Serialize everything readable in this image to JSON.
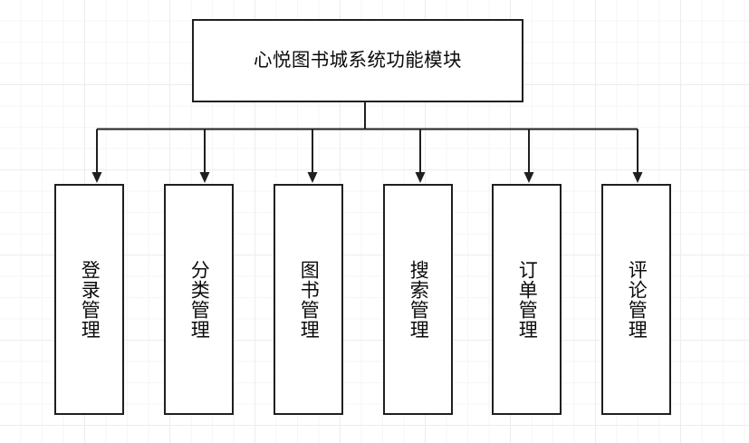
{
  "diagram": {
    "type": "org-chart",
    "background": {
      "grid": true,
      "minor_grid_color": "#f6f6f7",
      "major_grid_color": "#ececed",
      "page_color": "#ffffff"
    },
    "line_color": "#1f1f1f",
    "box_border_color": "#1f1f1f",
    "box_fill_color": "#ffffff",
    "text_color": "#0b0b0b",
    "root": {
      "label": "心悦图书城系统功能模块",
      "orientation": "horizontal"
    },
    "children": [
      {
        "label": "登录管理",
        "orientation": "vertical"
      },
      {
        "label": "分类管理",
        "orientation": "vertical"
      },
      {
        "label": "图书管理",
        "orientation": "vertical"
      },
      {
        "label": "搜索管理",
        "orientation": "vertical"
      },
      {
        "label": "订单管理",
        "orientation": "vertical"
      },
      {
        "label": "评论管理",
        "orientation": "vertical"
      }
    ],
    "connectors": {
      "style": "orthogonal-with-arrowheads",
      "arrow_count": 6
    }
  }
}
